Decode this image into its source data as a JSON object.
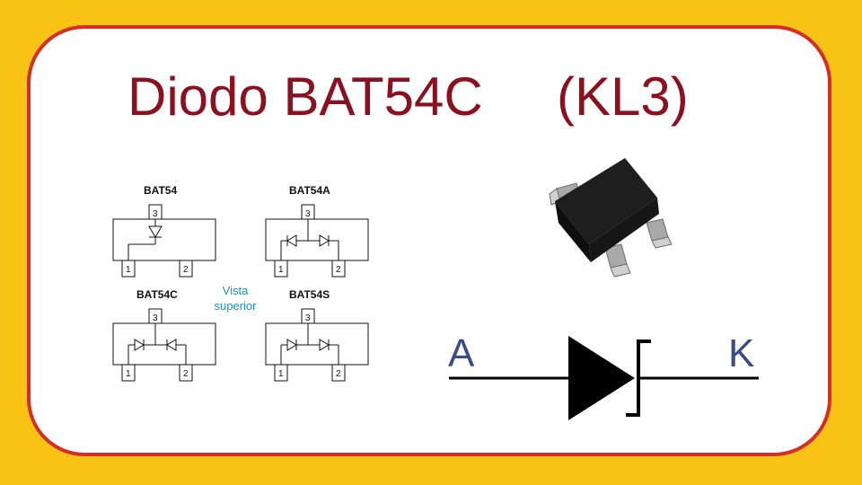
{
  "title": {
    "main": "Diodo BAT54C",
    "code": "(KL3)"
  },
  "packages": [
    {
      "label": "BAT54",
      "pin_top": "3",
      "pin_left": "1",
      "pin_right": "2"
    },
    {
      "label": "BAT54A",
      "pin_top": "3",
      "pin_left": "1",
      "pin_right": "2"
    },
    {
      "label": "BAT54C",
      "pin_top": "3",
      "pin_left": "1",
      "pin_right": "2"
    },
    {
      "label": "BAT54S",
      "pin_top": "3",
      "pin_left": "1",
      "pin_right": "2"
    }
  ],
  "view_note": {
    "line1": "Vista",
    "line2": "superior"
  },
  "symbol": {
    "anode": "A",
    "cathode": "K"
  },
  "colors": {
    "background": "#f9c315",
    "border": "#d62e25",
    "title": "#8b1020",
    "note": "#1b8fd8",
    "symbol_letters": "#3a4d8a"
  }
}
